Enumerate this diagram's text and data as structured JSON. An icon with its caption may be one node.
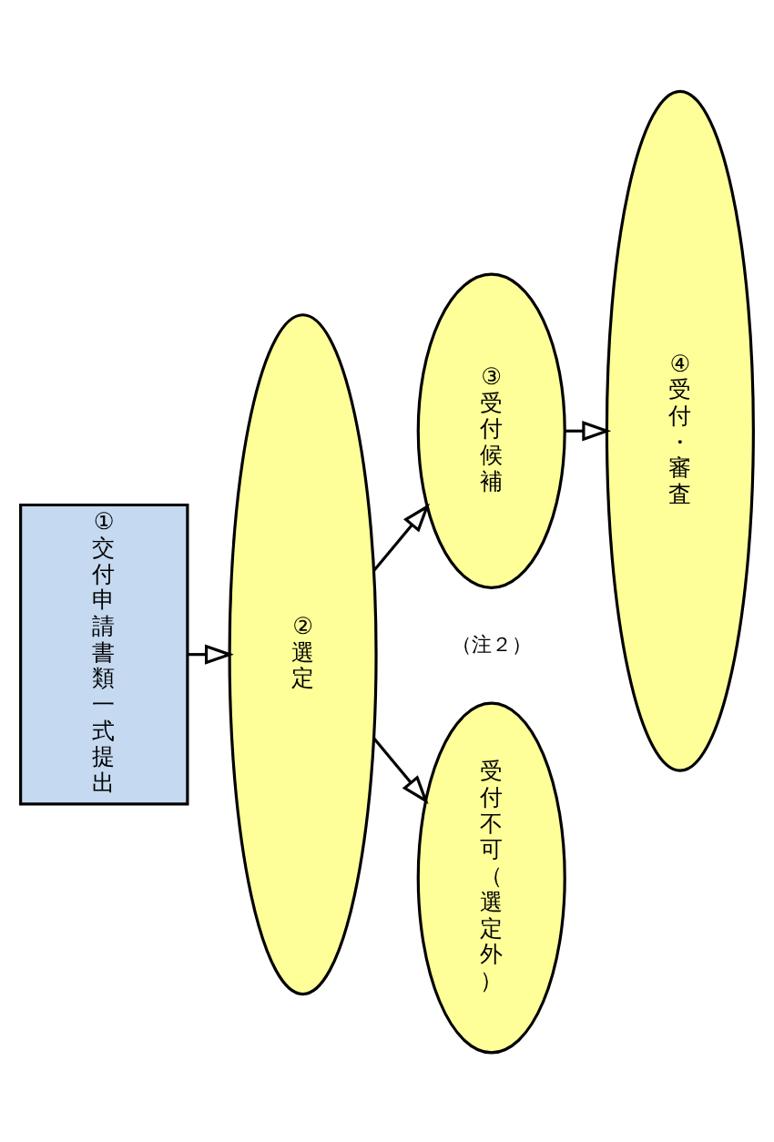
{
  "diagram": {
    "nodes": [
      {
        "text": [
          "①交付申請書類一式提出"
        ]
      },
      {
        "text": [
          "②選定"
        ]
      },
      {
        "text": [
          "③受付候補"
        ]
      },
      {
        "text": [
          "④受付・審査"
        ]
      },
      {
        "text": [
          "受付不可（選定外）"
        ]
      }
    ],
    "edges": [
      {
        "from": 0,
        "to": 1,
        "arrow": "to"
      },
      {
        "from": 1,
        "to": 2,
        "arrow": "to"
      },
      {
        "from": 2,
        "to": 3,
        "arrow": "to"
      },
      {
        "from": 1,
        "to": 4,
        "arrow": "to"
      }
    ],
    "labels": [
      "（注２）"
    ]
  }
}
